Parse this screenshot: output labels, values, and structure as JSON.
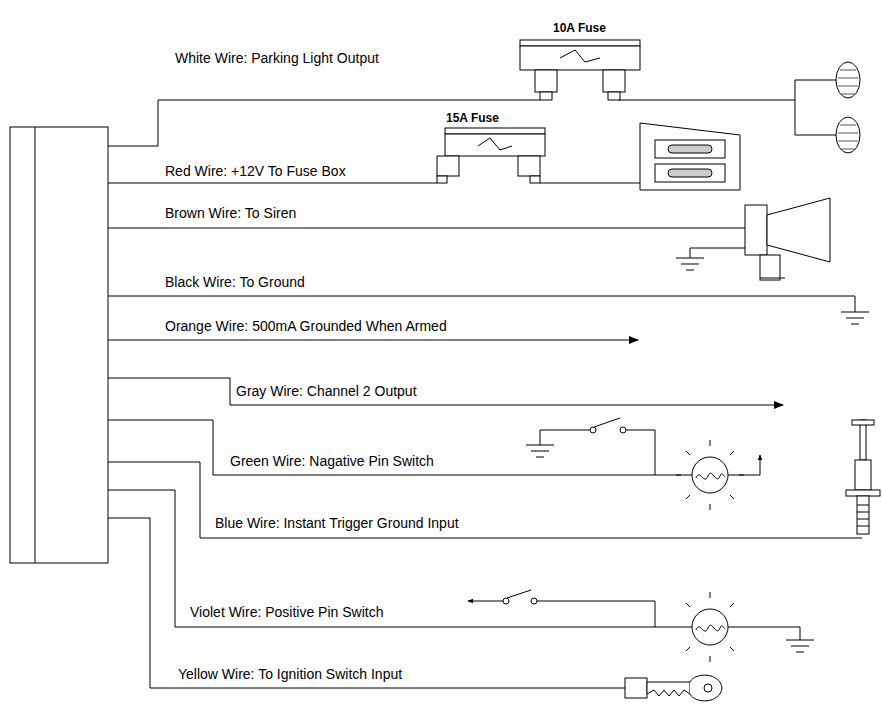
{
  "diagram": {
    "labels": [
      "White Wire: Parking Light Output",
      "10A Fuse",
      "15A Fuse",
      "Red Wire: +12V To Fuse Box",
      "Brown Wire: To Siren",
      "Black Wire: To Ground",
      "Orange Wire: 500mA Grounded When Armed",
      "Gray Wire: Channel 2 Output",
      "Green Wire: Nagative Pin Switch",
      "Blue Wire: Instant Trigger Ground Input",
      "Violet Wire: Positive Pin Switch",
      "Yellow Wire: To Ignition Switch Input"
    ]
  }
}
